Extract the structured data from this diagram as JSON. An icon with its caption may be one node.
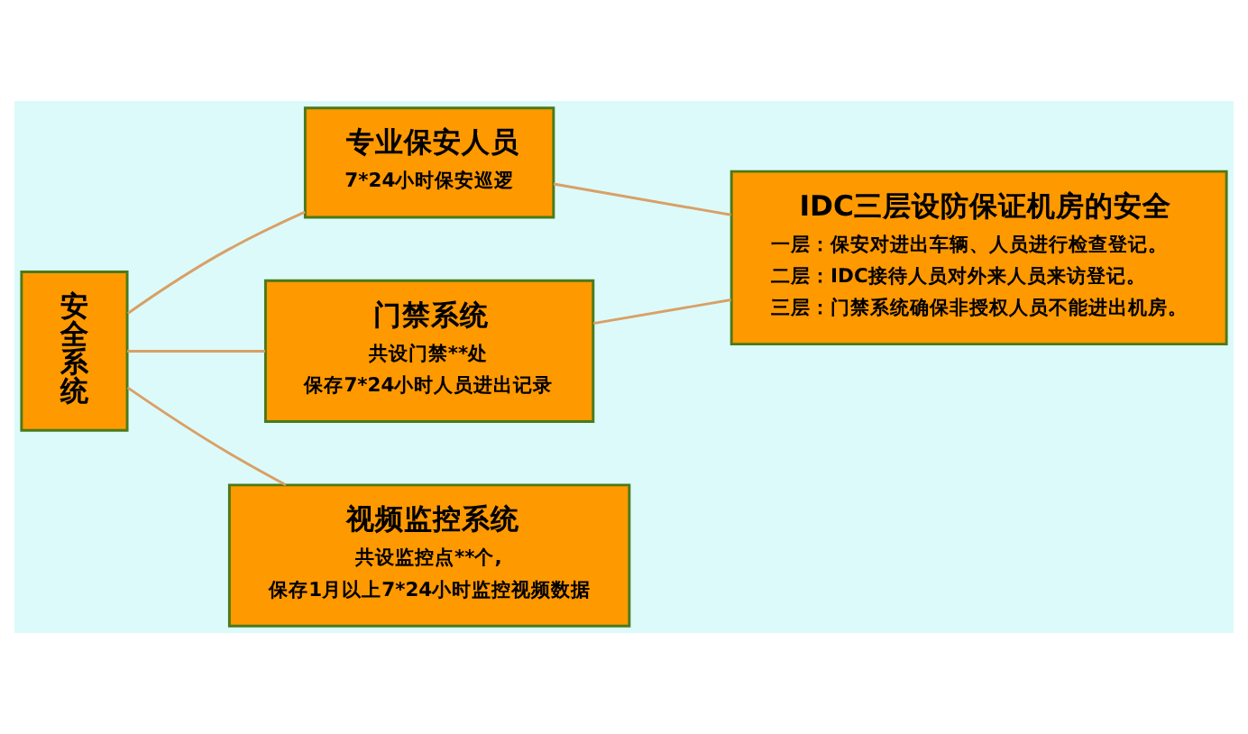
{
  "diagram": {
    "nodes": [
      {
        "text": [
          "安全系统"
        ]
      },
      {
        "text": [
          "专业保安人员",
          "7*24小时保安巡逻"
        ]
      },
      {
        "text": [
          "门禁系统",
          "共设门禁**处",
          "保存7*24小时人员进出记录"
        ]
      },
      {
        "text": [
          "视频监控系统",
          "共设监控点**个,",
          "保存1月以上7*24小时监控视频数据"
        ]
      },
      {
        "text": [
          "IDC三层设防保证机房的安全",
          "一层：保安对进出车辆、人员进行检查登记。",
          "二层：IDC接待人员对外来人员来访登记。",
          "三层：门禁系统确保非授权人员不能进出机房。"
        ]
      }
    ],
    "edges": [
      {
        "from": 0,
        "to": 1,
        "arrow": "none"
      },
      {
        "from": 0,
        "to": 2,
        "arrow": "none"
      },
      {
        "from": 0,
        "to": 3,
        "arrow": "none"
      },
      {
        "from": 1,
        "to": 4,
        "arrow": "none"
      },
      {
        "from": 2,
        "to": 4,
        "arrow": "none"
      }
    ]
  }
}
